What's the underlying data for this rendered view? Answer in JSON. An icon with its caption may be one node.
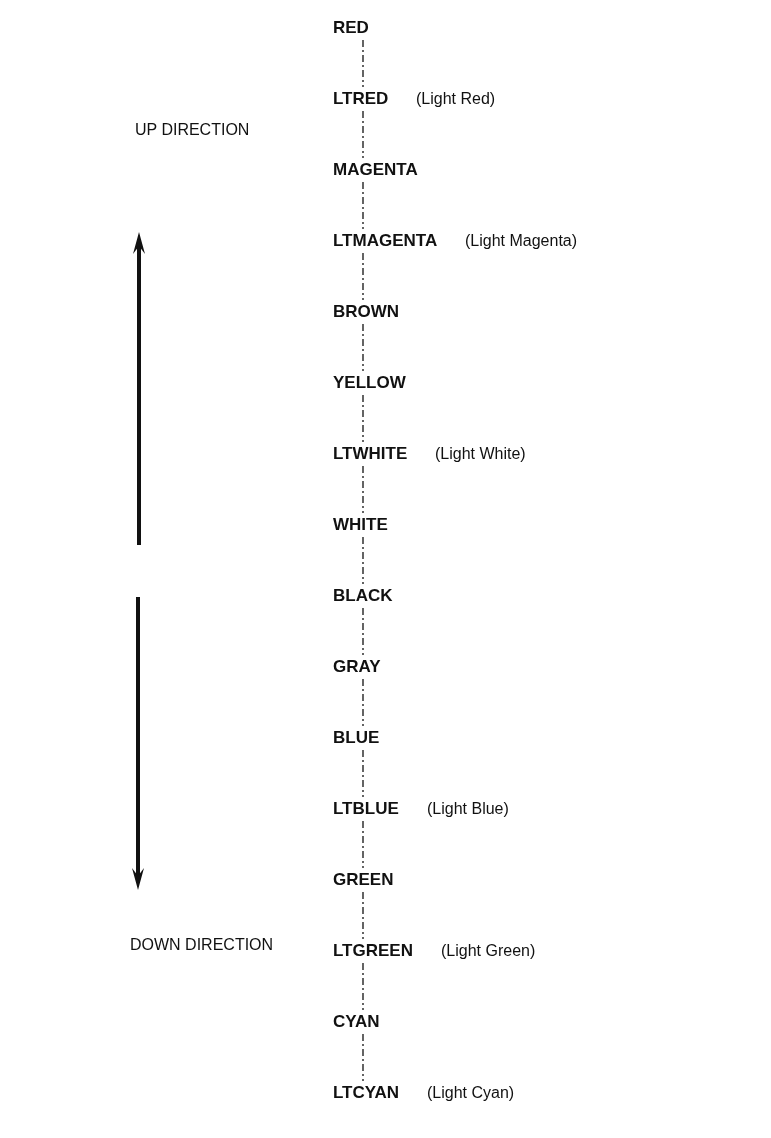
{
  "diagram": {
    "nodes": [
      {
        "text": [
          "RED"
        ]
      },
      {
        "text": [
          "LTRED"
        ],
        "beside": [
          "(Light Red)"
        ]
      },
      {
        "text": [
          "MAGENTA"
        ]
      },
      {
        "text": [
          "LTMAGENTA"
        ],
        "beside": [
          "(Light Magenta)"
        ]
      },
      {
        "text": [
          "BROWN"
        ]
      },
      {
        "text": [
          "YELLOW"
        ]
      },
      {
        "text": [
          "LTWHITE"
        ],
        "beside": [
          "(Light White)"
        ]
      },
      {
        "text": [
          "WHITE"
        ]
      },
      {
        "text": [
          "BLACK"
        ]
      },
      {
        "text": [
          "GRAY"
        ]
      },
      {
        "text": [
          "BLUE"
        ]
      },
      {
        "text": [
          "LTBLUE"
        ],
        "beside": [
          "(Light Blue)"
        ]
      },
      {
        "text": [
          "GREEN"
        ]
      },
      {
        "text": [
          "LTGREEN"
        ],
        "beside": [
          "(Light Green)"
        ]
      },
      {
        "text": [
          "CYAN"
        ]
      },
      {
        "text": [
          "LTCYAN"
        ],
        "beside": [
          "(Light Cyan)"
        ]
      }
    ],
    "edges": [
      {
        "from": 0,
        "to": 1,
        "arrow": "none",
        "style": "dashed"
      },
      {
        "from": 1,
        "to": 2,
        "arrow": "none",
        "style": "dashed"
      },
      {
        "from": 2,
        "to": 3,
        "arrow": "none",
        "style": "dashed"
      },
      {
        "from": 3,
        "to": 4,
        "arrow": "none",
        "style": "dashed"
      },
      {
        "from": 4,
        "to": 5,
        "arrow": "none",
        "style": "dashed"
      },
      {
        "from": 5,
        "to": 6,
        "arrow": "none",
        "style": "dashed"
      },
      {
        "from": 6,
        "to": 7,
        "arrow": "none",
        "style": "dashed"
      },
      {
        "from": 7,
        "to": 8,
        "arrow": "none",
        "style": "dashed"
      },
      {
        "from": 8,
        "to": 9,
        "arrow": "none",
        "style": "dashed"
      },
      {
        "from": 9,
        "to": 10,
        "arrow": "none",
        "style": "dashed"
      },
      {
        "from": 10,
        "to": 11,
        "arrow": "none",
        "style": "dashed"
      },
      {
        "from": 11,
        "to": 12,
        "arrow": "none",
        "style": "dashed"
      },
      {
        "from": 12,
        "to": 13,
        "arrow": "none",
        "style": "dashed"
      },
      {
        "from": 13,
        "to": 14,
        "arrow": "none",
        "style": "dashed"
      },
      {
        "from": 14,
        "to": 15,
        "arrow": "none",
        "style": "dashed"
      }
    ],
    "labels": [
      "UP DIRECTION",
      "DOWN DIRECTION"
    ]
  }
}
